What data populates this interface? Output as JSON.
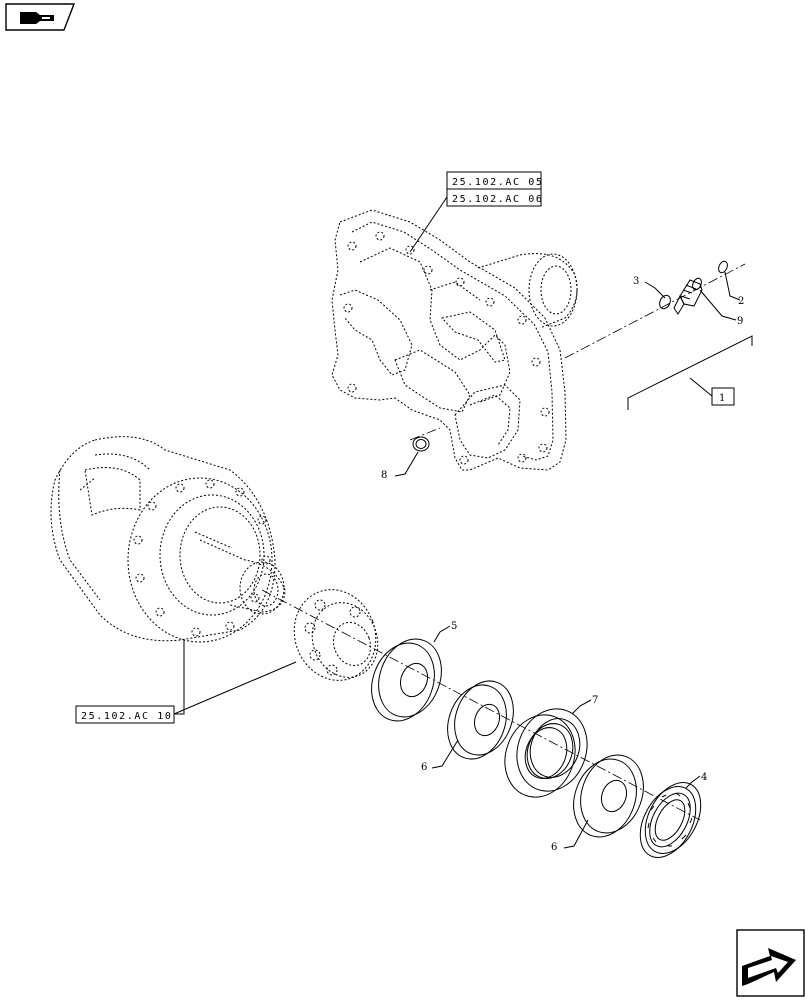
{
  "references": {
    "upper_1": "25.102.AC 05",
    "upper_2": "25.102.AC 06",
    "lower": "25.102.AC 10"
  },
  "callouts": {
    "c1": "1",
    "c2": "2",
    "c3": "3",
    "c4": "4",
    "c5": "5",
    "c6a": "6",
    "c6b": "6",
    "c7": "7",
    "c8": "8",
    "c9": "9"
  },
  "icons": {
    "top_left": "navigation-arrow-icon",
    "bottom_right": "next-page-arrow-icon"
  }
}
